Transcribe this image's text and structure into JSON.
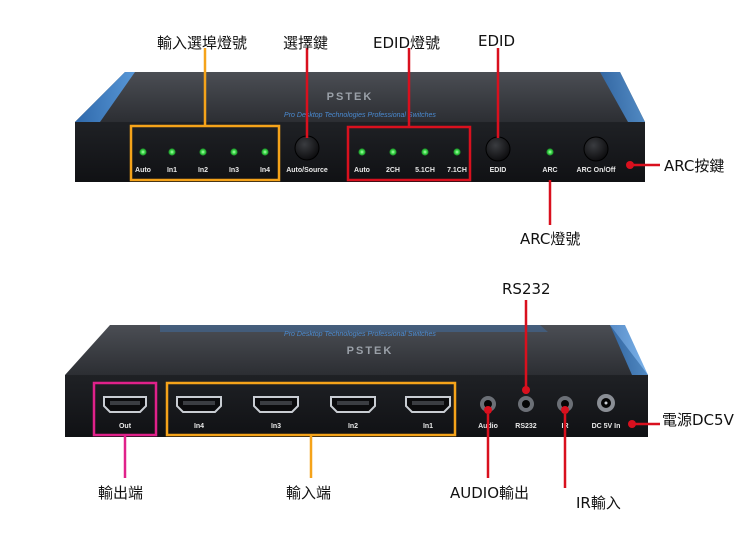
{
  "brand": "PSTEK",
  "top_device": {
    "subtitle": "Pro Desktop Technologies Professional Switches",
    "led_labels": [
      "Auto",
      "In1",
      "In2",
      "In3",
      "In4"
    ],
    "auto_source_label": "Auto/Source",
    "edid_led_labels": [
      "Auto",
      "2CH",
      "5.1CH",
      "7.1CH"
    ],
    "edid_button_label": "EDID",
    "arc_led_label": "ARC",
    "arc_button_label": "ARC On/Off"
  },
  "bottom_device": {
    "subtitle": "Pro Desktop Technologies Professional Switches",
    "ports": [
      "Out",
      "In4",
      "In3",
      "In2",
      "In1"
    ],
    "jack_labels": [
      "Audio",
      "RS232",
      "IR",
      "DC 5V In"
    ]
  },
  "callouts": {
    "input_select_leds": "輸入選埠燈號",
    "select_key": "選擇鍵",
    "edid_leds": "EDID燈號",
    "edid": "EDID",
    "arc_button": "ARC按鍵",
    "arc_led": "ARC燈號",
    "rs232": "RS232",
    "power": "電源DC5V",
    "output_port": "輸出端",
    "input_port": "輸入端",
    "audio_out": "AUDIO輸出",
    "ir_in": "IR輸入"
  },
  "colors": {
    "orange": "#f5a31a",
    "red": "#d9101e",
    "pink": "#e0218a",
    "led_green": "#3ddc4a",
    "device_body": "#2a2c30",
    "device_accent": "#3d7ec9"
  }
}
